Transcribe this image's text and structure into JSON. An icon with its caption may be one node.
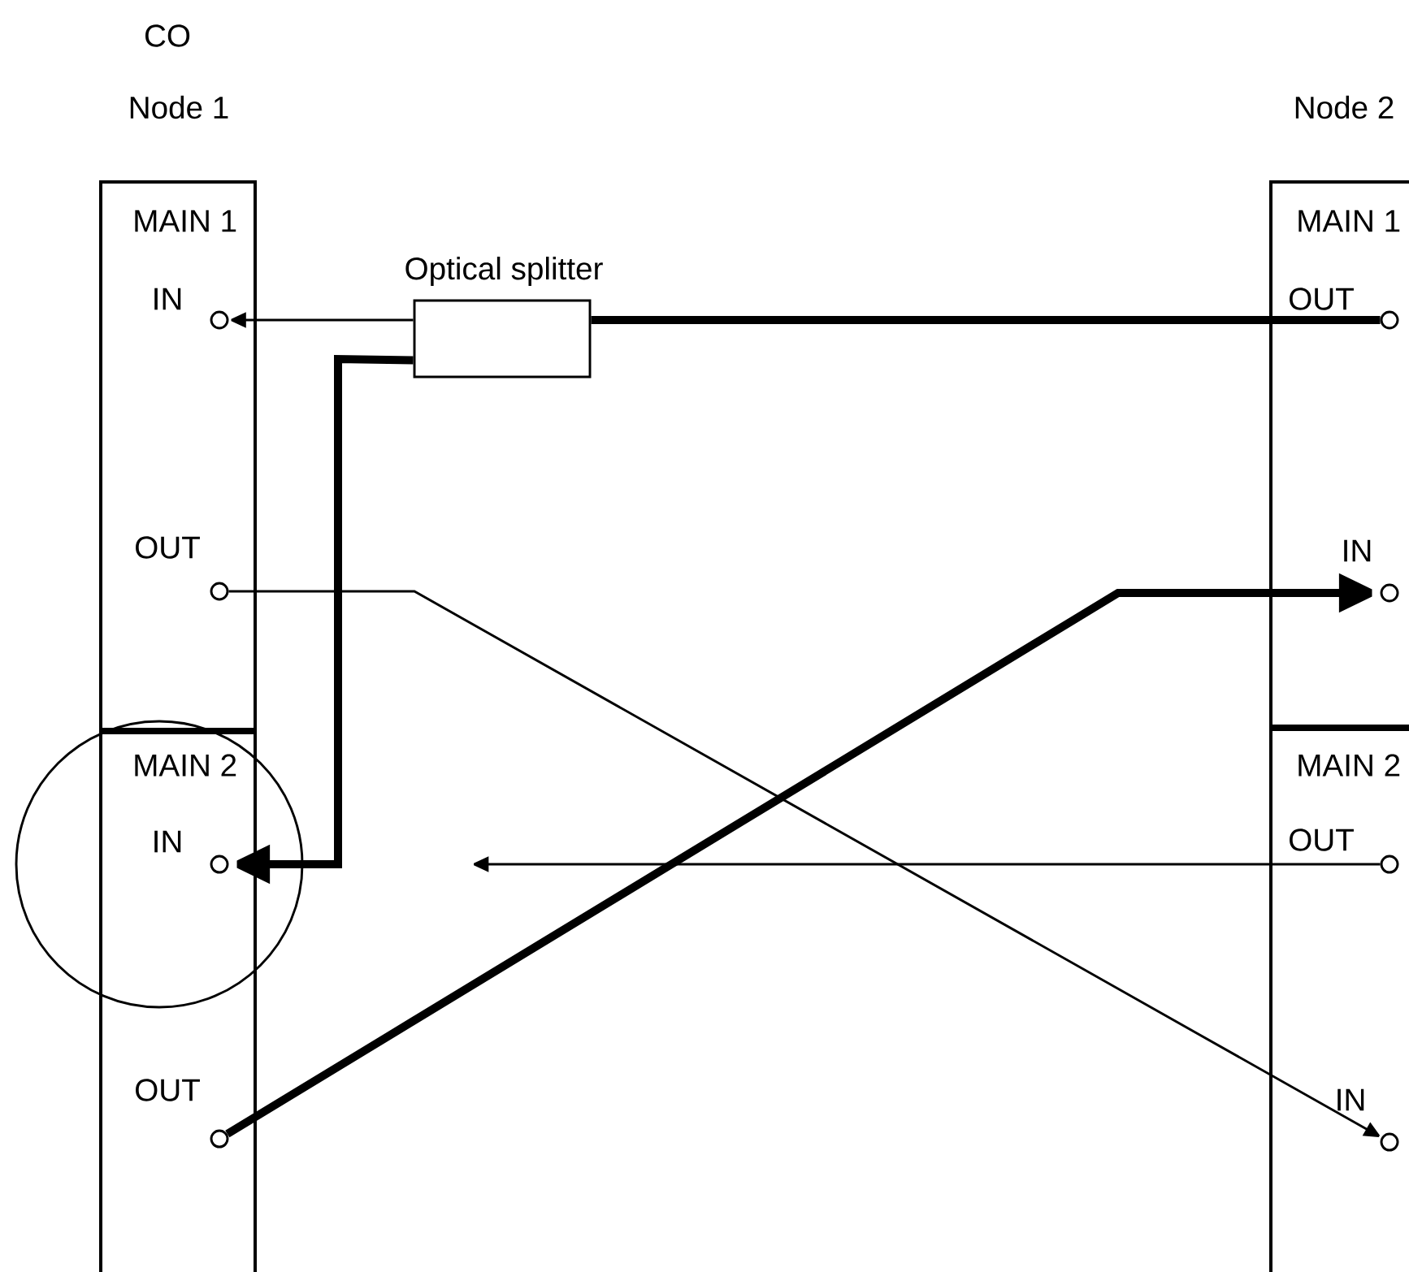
{
  "diagram": {
    "nodes": [
      {
        "text": [
          "Node 1"
        ]
      },
      {
        "text": [
          "Node 2"
        ]
      },
      {
        "text": [
          "IN"
        ],
        "in": 0
      },
      {
        "text": [
          "OUT"
        ],
        "in": 0
      },
      {
        "text": [
          "IN"
        ],
        "in": 0
      },
      {
        "text": [
          "OUT"
        ],
        "in": 0
      },
      {
        "text": [
          "OUT"
        ],
        "in": 1
      },
      {
        "text": [
          "IN"
        ],
        "in": 1
      },
      {
        "text": [
          "OUT"
        ],
        "in": 1
      },
      {
        "text": [
          "IN"
        ],
        "in": 1
      },
      {
        "text": [
          "Optical splitter"
        ]
      }
    ],
    "edges": [
      {
        "from": 10,
        "to": 2,
        "arrow": "to"
      },
      {
        "from": 6,
        "to": 10,
        "arrow": "none",
        "style": "thick"
      },
      {
        "from": 10,
        "to": 4,
        "arrow": "to",
        "style": "thick"
      },
      {
        "from": 3,
        "to": 9,
        "arrow": "to"
      },
      {
        "from": 5,
        "to": 7,
        "arrow": "to",
        "style": "thick"
      },
      {
        "from": 8,
        "to": null,
        "arrow": "to"
      }
    ],
    "labels": [
      "CO",
      "MAIN 1",
      "MAIN 1",
      "MAIN 2",
      "MAIN 2"
    ]
  }
}
